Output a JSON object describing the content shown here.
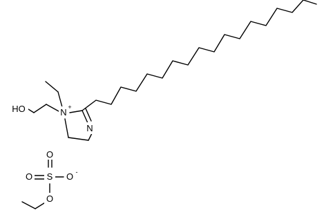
{
  "atoms": {
    "n_plus": "N",
    "n_plus_charge": "+",
    "n_ring": "N",
    "ho": "HO",
    "s": "S",
    "o_top": "O",
    "o_left": "O",
    "o_right": "O",
    "o_right_charge": "-",
    "o_bottom": "O"
  },
  "colors": {
    "ink": "#000000",
    "background": "#ffffff"
  }
}
